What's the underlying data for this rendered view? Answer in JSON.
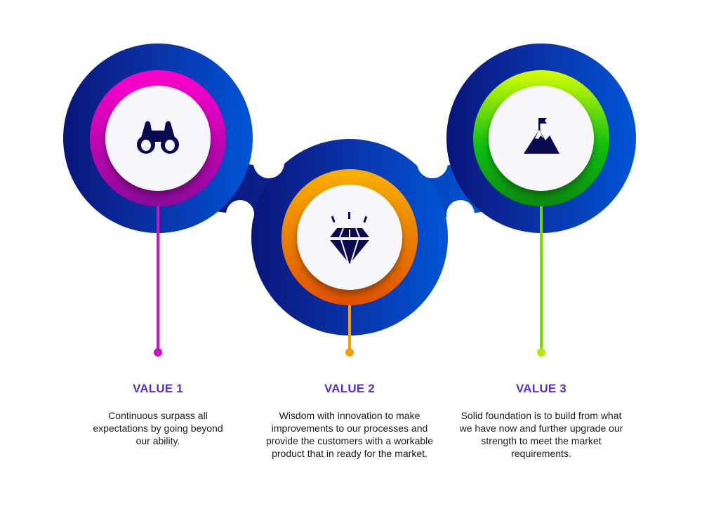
{
  "values": [
    {
      "title": "VALUE 1",
      "description": "Continuous surpass all expectations by going beyond our ability.",
      "icon": "binoculars-icon",
      "accent": "#e600c8"
    },
    {
      "title": "VALUE 2",
      "description": "Wisdom with innovation to make improvements to our processes and provide the customers with a workable product that in ready for the market.",
      "icon": "diamond-icon",
      "accent": "#f5a000"
    },
    {
      "title": "VALUE 3",
      "description": "Solid foundation is to build from what we have now and further upgrade our strength to meet the market requirements.",
      "icon": "mountain-flag-icon",
      "accent": "#9be000"
    }
  ],
  "colors": {
    "blue_dark": "#0a1a7a",
    "blue_light": "#0050d0",
    "icon": "#0a0a50",
    "title": "#5a2ed0"
  }
}
